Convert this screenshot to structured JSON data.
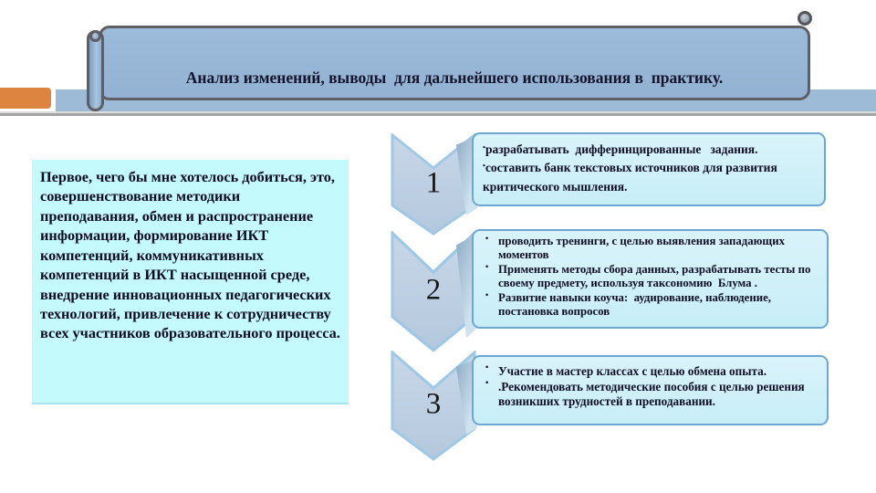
{
  "slide": {
    "title_banner": {
      "text": "Анализ изменений, выводы  для дальнейшего использования в  практику."
    },
    "intro_panel": {
      "text": "Первое, чего бы мне хотелось добиться, это, совершенствование методики преподавания, обмен и распространение информации, формирование ИКТ компетенций, коммуникативных компетенций в ИКТ насыщенной среде, внедрение инновационных педагогических технологий, привлечение к сотрудничеству всех участников образовательного процесса."
    },
    "steps": [
      {
        "number": "1",
        "items": [
          "разрабатывать  дифферинцированные   задания.",
          "составить банк текстовых источников для развития критического мышления."
        ]
      },
      {
        "number": "2",
        "items": [
          "проводить тренинги, с целью выявления западающих моментов",
          "Применять методы сбора данных, разрабатывать тесты по своему предмету, используя таксономию  Блума .",
          "Развитие навыки коуча:  аудирование, наблюдение, постановка вопросов"
        ]
      },
      {
        "number": "3",
        "items": [
          "Участие в мастер классах с целью обмена опыта.",
          ".Рекомендовать методические пособия с целью решения возникших трудностей в преподавании."
        ]
      }
    ],
    "colors": {
      "banner_fill": "#96b5d5",
      "band_fill": "#9dbad7",
      "accent_orange": "#dd8440",
      "chevron_fill": "#c2d3e6",
      "chevron_border": "#9fc8e6",
      "box_fill": "#cdeff7",
      "box_border": "#6ea6d2",
      "panel_fill": "#c5fafd",
      "outline_gray": "#5e5e64",
      "text_dark": "#10102c"
    }
  }
}
